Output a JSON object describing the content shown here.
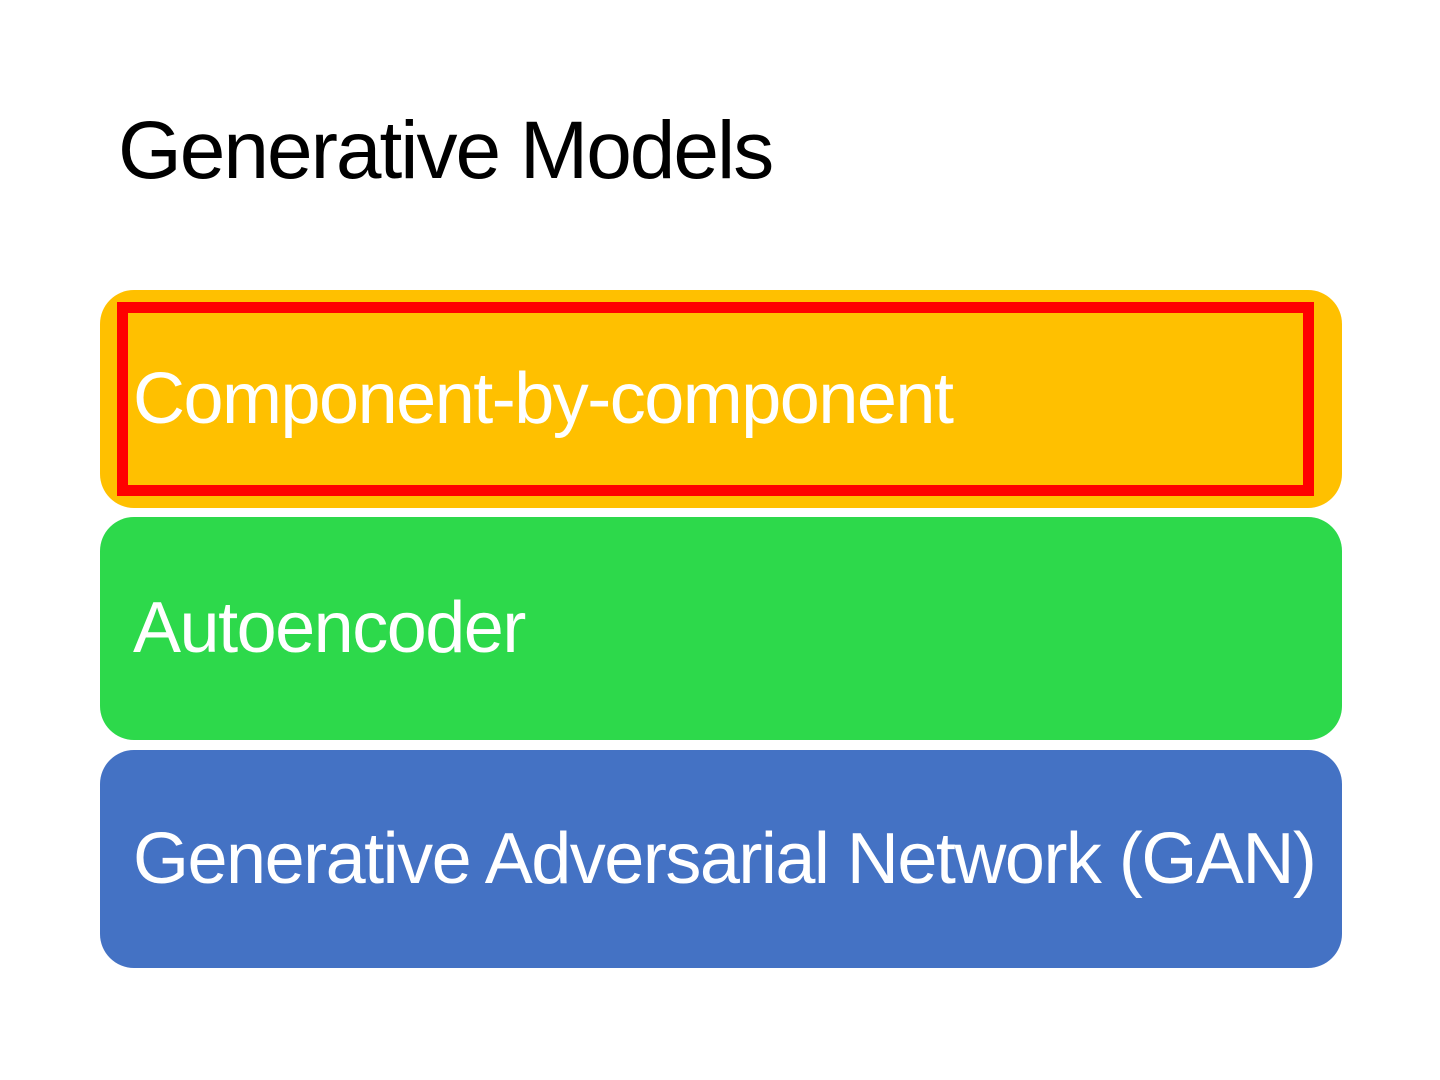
{
  "slide": {
    "title": "Generative Models",
    "background_color": "#FFFFFF",
    "title_color": "#000000",
    "boxes": [
      {
        "id": "component-by-component",
        "label": "Component-by-component",
        "fill": "#FFC000",
        "text_color": "#FFFFFF",
        "highlighted": true,
        "highlight_border_color": "#FF0000"
      },
      {
        "id": "autoencoder",
        "label": "Autoencoder",
        "fill": "#2DD94B",
        "text_color": "#FFFFFF",
        "highlighted": false
      },
      {
        "id": "gan",
        "label": "Generative Adversarial Network (GAN)",
        "fill": "#4472C4",
        "text_color": "#FFFFFF",
        "highlighted": false
      }
    ]
  }
}
